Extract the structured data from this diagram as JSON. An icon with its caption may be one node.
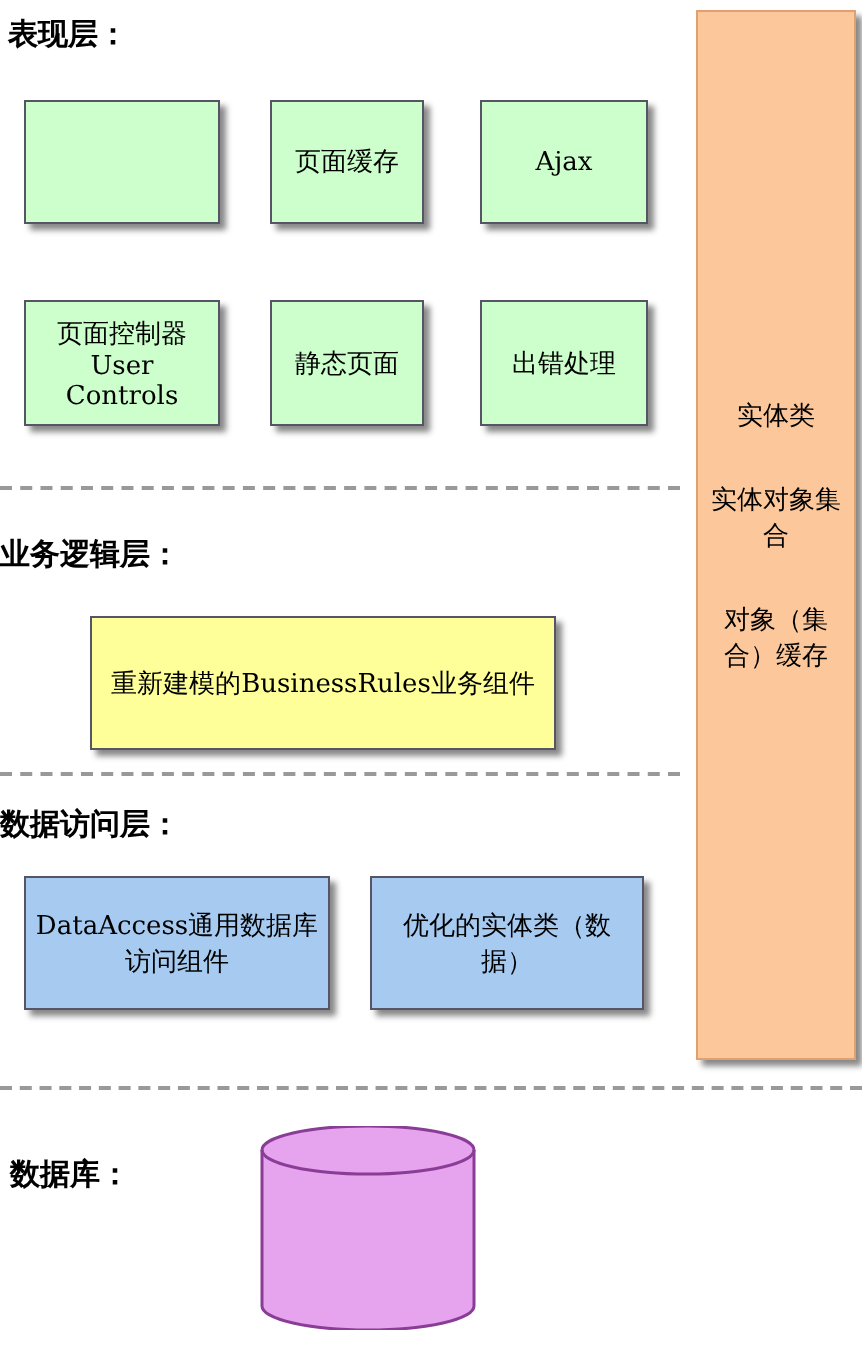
{
  "diagram": {
    "nodes": [
      {
        "text": [],
        "shape": "box"
      },
      {
        "text": [
          "页面缓存"
        ]
      },
      {
        "text": [
          "Ajax"
        ]
      },
      {
        "text": [
          "页面控制器 User Controls"
        ]
      },
      {
        "text": [
          "静态页面"
        ]
      },
      {
        "text": [
          "出错处理"
        ]
      },
      {
        "text": [
          "重新建模的BusinessRules业务组件"
        ]
      },
      {
        "text": [
          "DataAccess通用数据库访问组件"
        ]
      },
      {
        "text": [
          "优化的实体类（数据）"
        ]
      },
      {
        "text": [],
        "shape": "cylinder"
      },
      {
        "text": [
          "实体类",
          "实体对象集合",
          "对象（集合）缓存"
        ]
      }
    ],
    "edges": [],
    "labels": [
      "表现层：",
      "业务逻辑层：",
      "数据访问层：",
      "数据库："
    ]
  }
}
